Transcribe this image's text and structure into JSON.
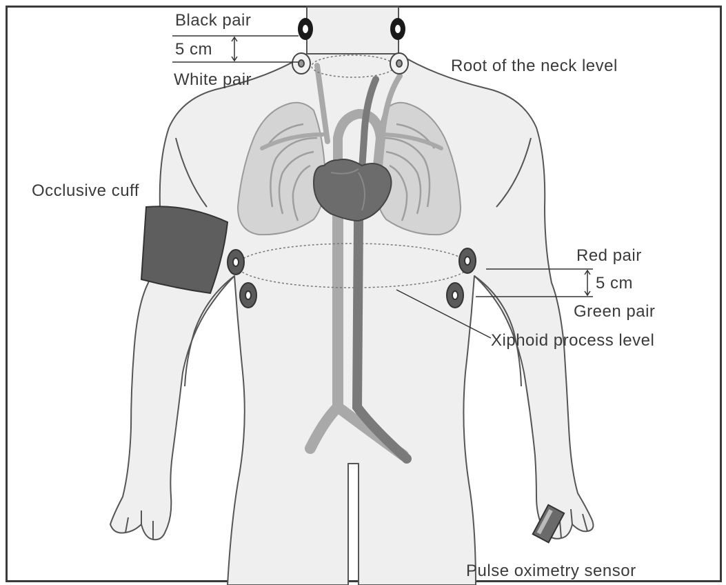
{
  "labels": {
    "black_pair": "Black pair",
    "five_cm_top": "5 cm",
    "white_pair": "White pair",
    "root_neck_level": "Root of the neck level",
    "occlusive_cuff": "Occlusive cuff",
    "red_pair": "Red pair",
    "five_cm_bottom": "5 cm",
    "green_pair": "Green pair",
    "xiphoid_level": "Xiphoid process level",
    "pulse_oximetry": "Pulse oximetry sensor"
  },
  "colors": {
    "body_fill": "#efefef",
    "outline": "#555555",
    "lung_fill": "#d4d4d4",
    "heart_fill": "#6c6c6c",
    "aorta": "#a9a9a9",
    "vena_cava": "#7a7a7a",
    "cuff": "#5e5e5e",
    "electrode_black": "#1a1a1a",
    "electrode_white": "#f2f2f2",
    "electrode_grey": "#5a5a5a",
    "text": "#3a3a3a"
  }
}
